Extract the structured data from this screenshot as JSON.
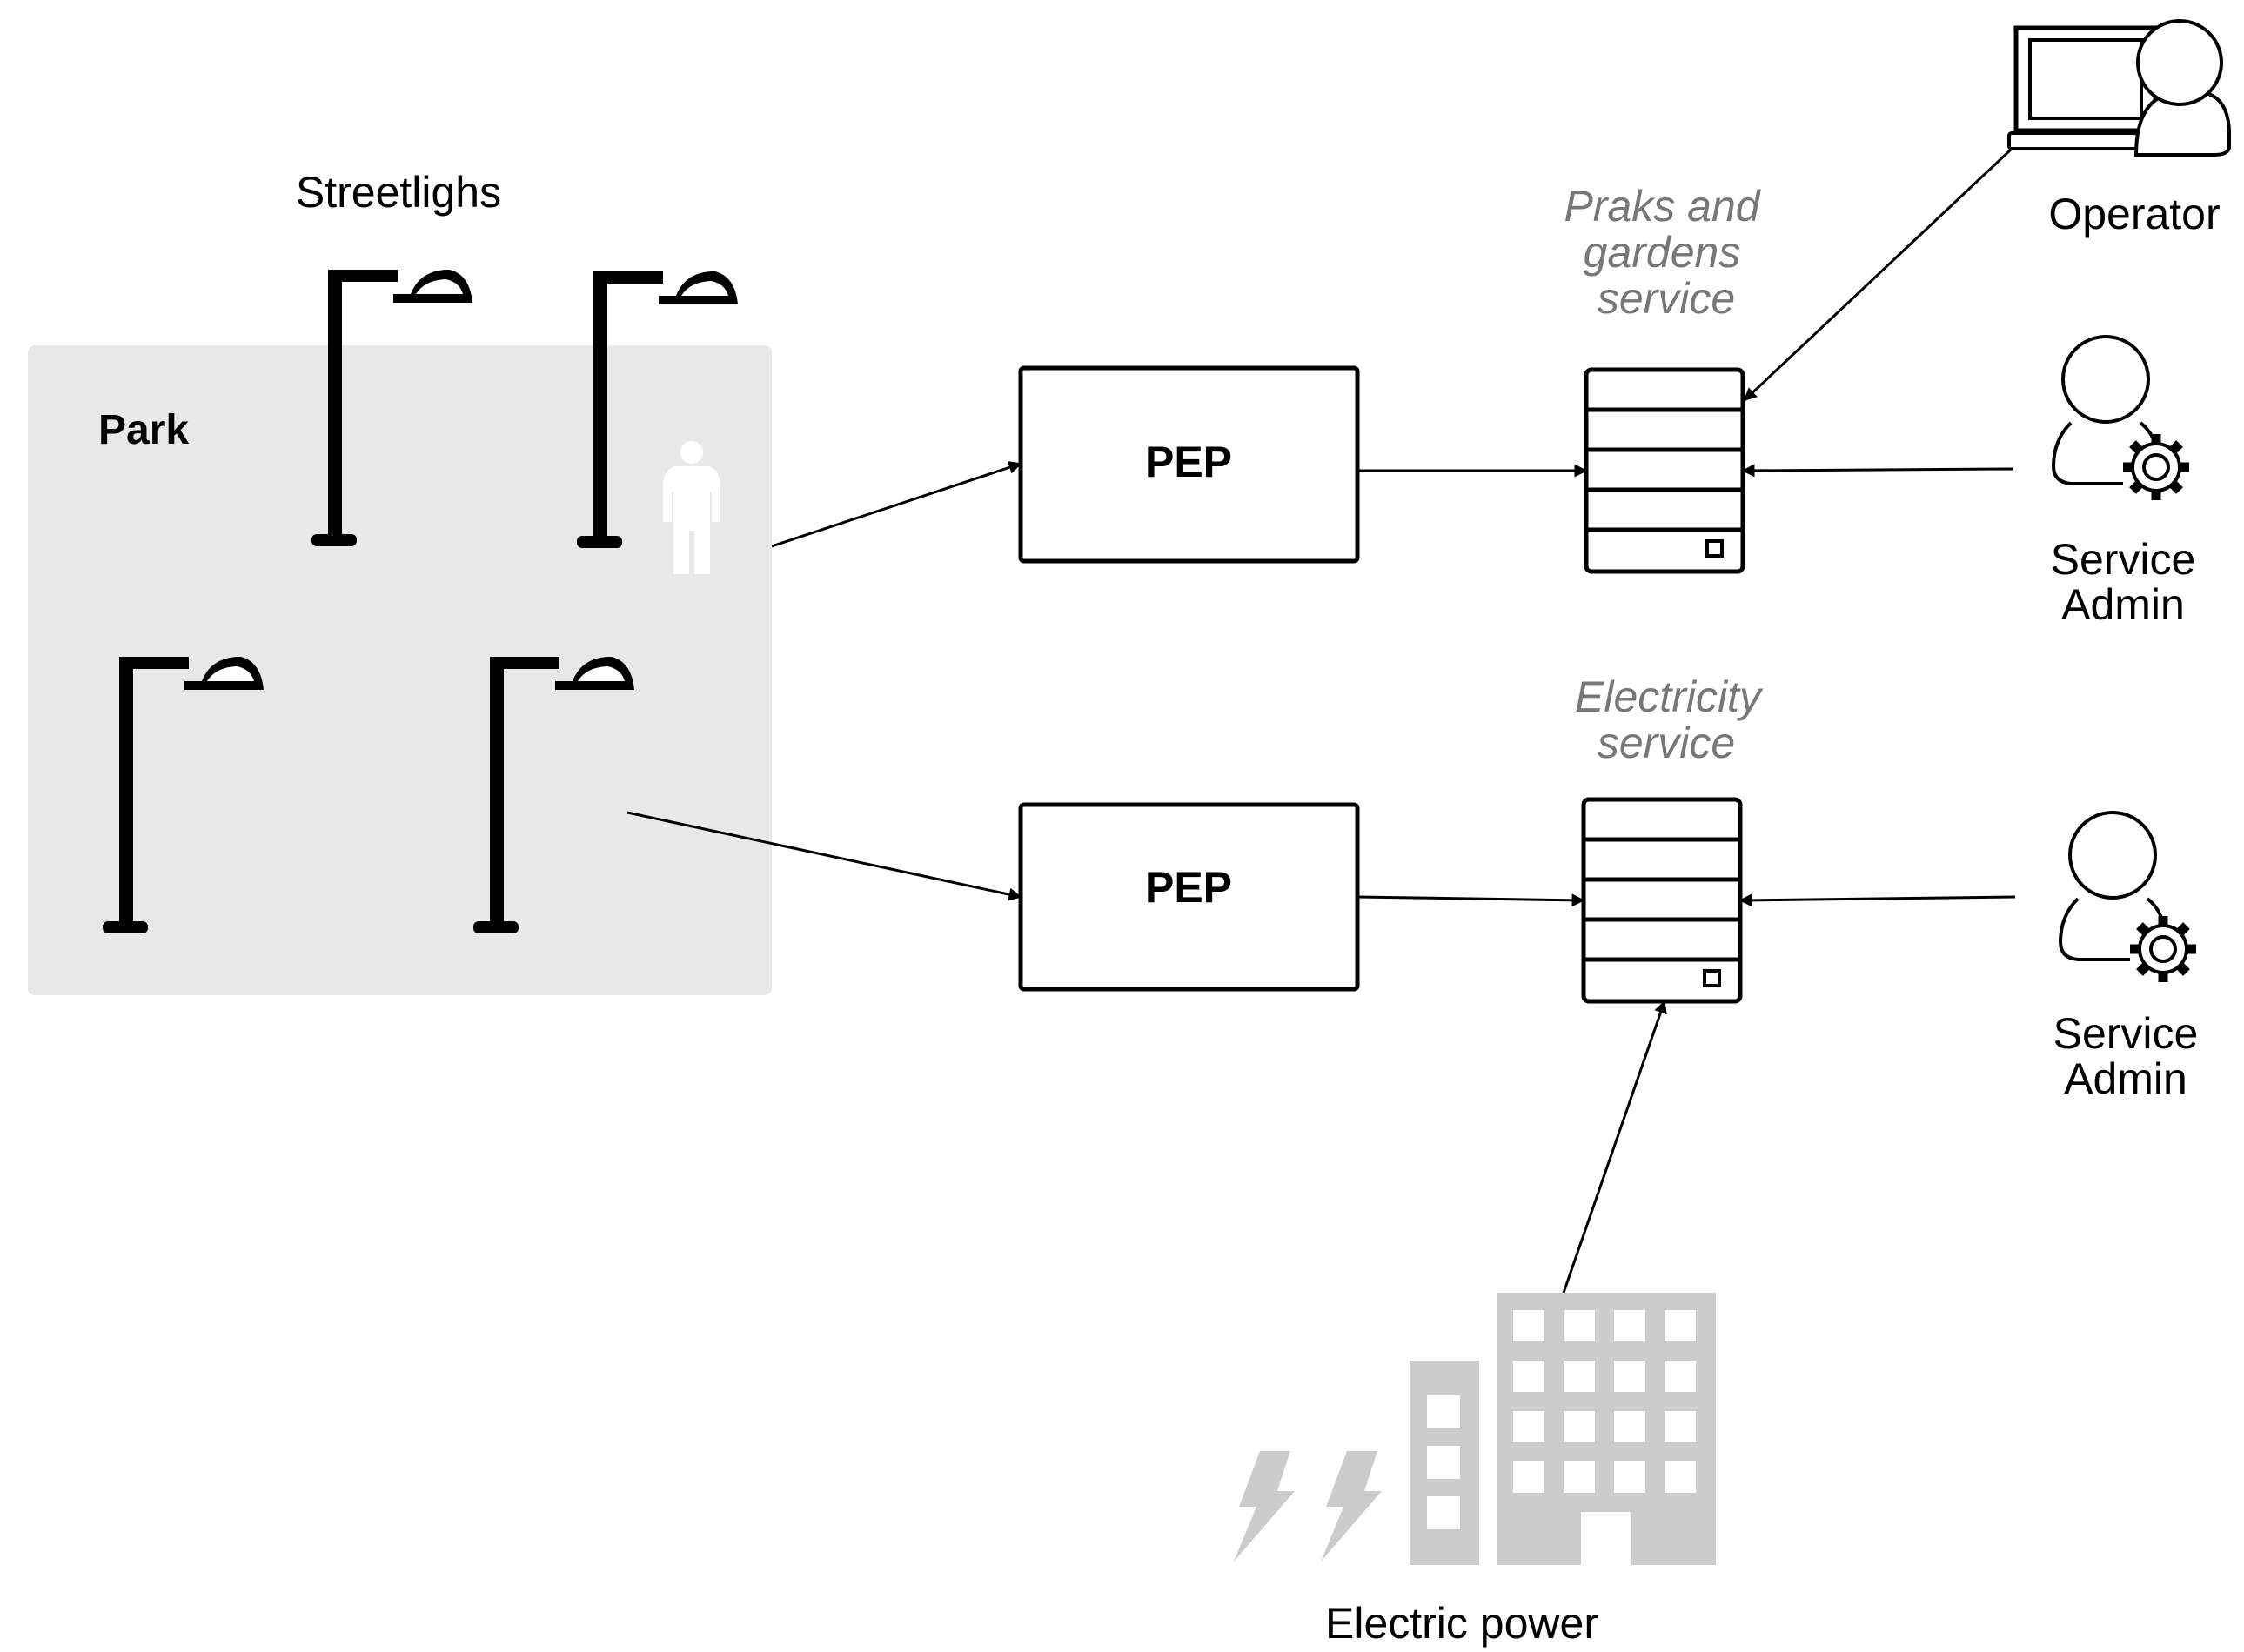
{
  "labels": {
    "streetlights": "Streetlighs",
    "park": "Park",
    "pep_top": "PEP",
    "pep_bottom": "PEP",
    "parks_service": [
      "Praks and",
      "gardens",
      "service"
    ],
    "electricity_service": [
      "Electricity",
      "service"
    ],
    "operator": "Operator",
    "admin_top": [
      "Service",
      "Admin"
    ],
    "admin_bottom": [
      "Service",
      "Admin"
    ],
    "electric_power": "Electric power"
  },
  "colors": {
    "park_area": "#e8e8e8",
    "service_label": "#777777",
    "building": "#cccccc",
    "ink": "#000000"
  },
  "icons": [
    "streetlight-icon",
    "person-icon",
    "server-icon",
    "operator-laptop-icon",
    "service-admin-icon",
    "power-plant-icon"
  ]
}
